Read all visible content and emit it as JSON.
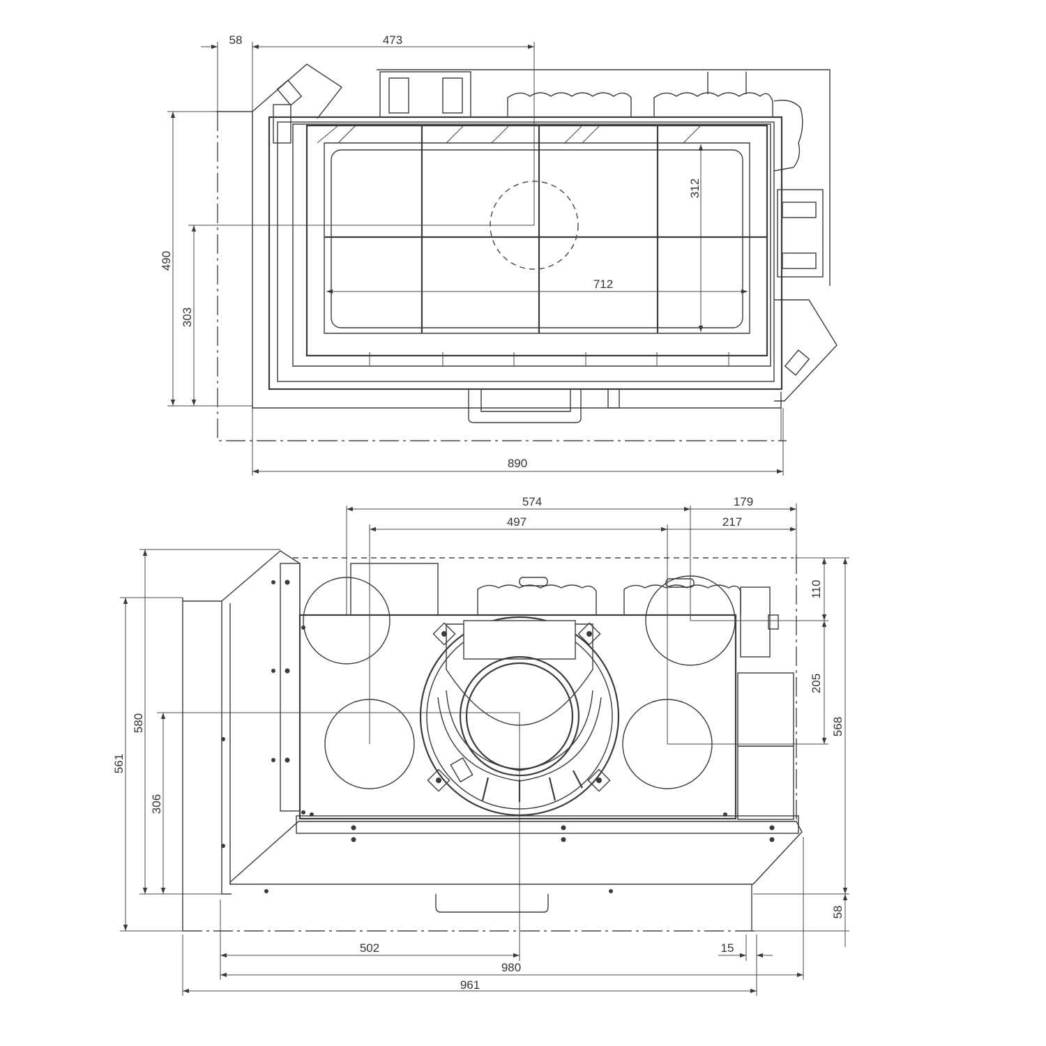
{
  "top_view": {
    "dimensions": {
      "d58_top": "58",
      "d473": "473",
      "d490": "490",
      "d303": "303",
      "d312": "312",
      "d712": "712",
      "d890": "890"
    }
  },
  "front_view": {
    "dimensions": {
      "d574": "574",
      "d179": "179",
      "d497": "497",
      "d217": "217",
      "d110": "110",
      "d205": "205",
      "d568": "568",
      "d580": "580",
      "d561": "561",
      "d306": "306",
      "d58_side": "58",
      "d502": "502",
      "d15": "15",
      "d980": "980",
      "d961": "961"
    }
  },
  "colors": {
    "line": "#3a3a3a",
    "background": "#ffffff"
  }
}
